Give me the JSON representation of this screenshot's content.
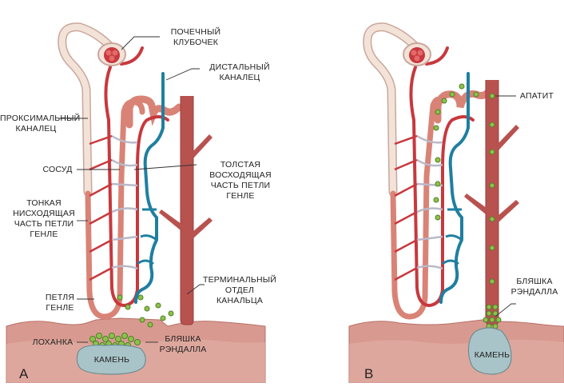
{
  "colors": {
    "tubule_light": "#f1dcd0",
    "tubule_outline": "#c9a79a",
    "artery_red": "#c8383d",
    "tubule_pink": "#d9857c",
    "vein_blue": "#1f7fa0",
    "collecting_duct": "#b8524f",
    "capillary_gray": "#b9b9c8",
    "tissue": "#c9877f",
    "tissue_light": "#e7c0b5",
    "stone": "#a9c4c8",
    "apatite": "#8bc34a"
  },
  "panel_a": {
    "letter": "A",
    "labels": {
      "glomerulus": "ПОЧЕЧНЫЙ\nКЛУБОЧЕК",
      "distal": "ДИСТАЛЬНЫЙ\nКАНАЛЕЦ",
      "proximal": "ПРОКСИМАЛЬНЫЙ\nКАНАЛЕЦ",
      "vessel": "СОСУД",
      "thick_ascending": "ТОЛСТАЯ\nВОСХОДЯЩАЯ\nЧАСТЬ ПЕТЛИ\nГЕНЛЕ",
      "thin_descending": "ТОНКАЯ\nНИСХОДЯЩАЯ\nЧАСТЬ ПЕТЛИ\nГЕНЛЕ",
      "loop": "ПЕТЛЯ\nГЕНЛЕ",
      "terminal": "ТЕРМИНАЛЬНЫЙ\nОТДЕЛ\nКАНАЛЬЦА",
      "pelvis": "ЛОХАНКА",
      "plaque": "БЛЯШКА\nРЭНДАЛЛА",
      "stone": "КАМЕНЬ"
    }
  },
  "panel_b": {
    "letter": "B",
    "labels": {
      "apatite": "АПАТИТ",
      "plaque": "БЛЯШКА\nРЭНДАЛЛА",
      "stone": "КАМЕНЬ"
    }
  }
}
